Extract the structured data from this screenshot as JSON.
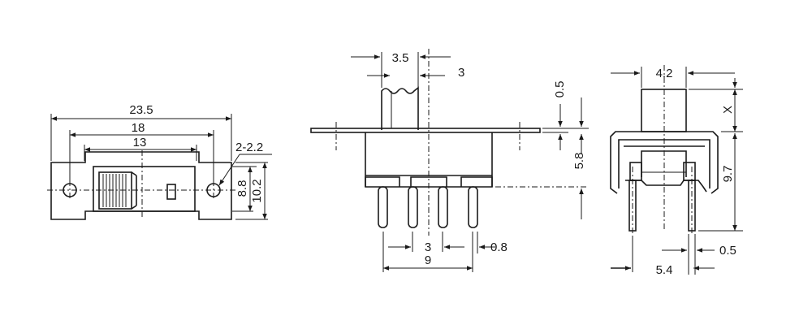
{
  "front_view": {
    "dims": {
      "width_total": "23.5",
      "hole_spacing": "18",
      "slot_length": "13",
      "hole_dia": "2-2.2",
      "inner_height": "8.8",
      "outer_height": "10.2"
    }
  },
  "side_view": {
    "dims": {
      "actuator_width": "3.5",
      "actuator_inner": "3",
      "plate_thickness": "0.5",
      "body_height": "5.8",
      "pin_pitch": "3",
      "pin_span": "9",
      "pin_width": "0.8"
    }
  },
  "end_view": {
    "dims": {
      "actuator_width": "4.2",
      "actuator_height": "X",
      "body_height": "9.7",
      "pin_width": "0.5",
      "pin_spacing": "5.4"
    }
  }
}
